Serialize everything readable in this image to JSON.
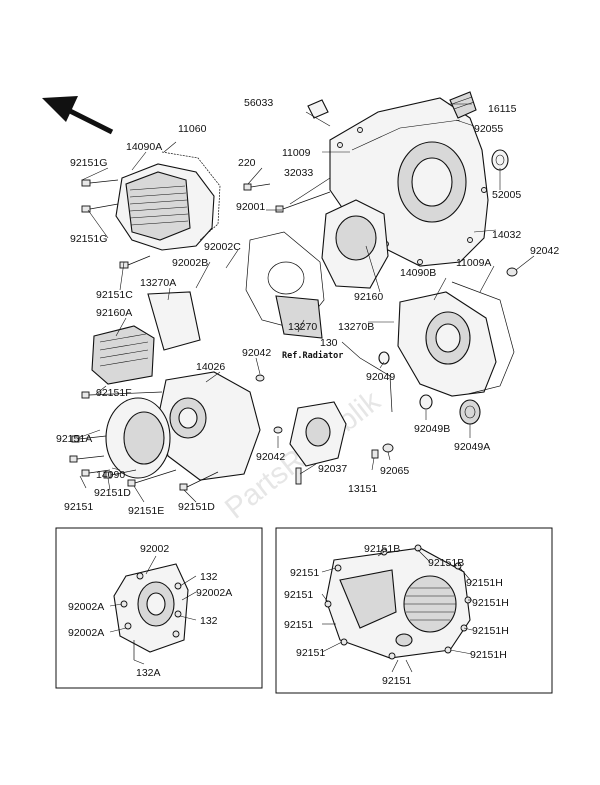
{
  "labels": {
    "l56033": "56033",
    "l16115": "16115",
    "l92055": "92055",
    "l11060": "11060",
    "l11009": "11009",
    "l14090A": "14090A",
    "l220": "220",
    "l32033": "32033",
    "l92151G_top": "92151G",
    "l92151G_bot": "92151G",
    "l92001": "92001",
    "l52005": "52005",
    "l14032": "14032",
    "l92002C": "92002C",
    "l92042_r": "92042",
    "l92002B": "92002B",
    "l14090B": "14090B",
    "l11009A": "11009A",
    "l92151C": "92151C",
    "l13270A": "13270A",
    "l92160A": "92160A",
    "l92160": "92160",
    "l13270B": "13270B",
    "l13270": "13270",
    "l130": "130",
    "l92042_m": "92042",
    "l14026": "14026",
    "l92049": "92049",
    "l92151F": "92151F",
    "l92151A": "92151A",
    "l92049B": "92049B",
    "l92049A": "92049A",
    "l14090": "14090",
    "l92042_b": "92042",
    "l92037": "92037",
    "l92065": "92065",
    "l13151": "13151",
    "l92151": "92151",
    "l92151D_l": "92151D",
    "l92151E": "92151E",
    "l92151D_r": "92151D",
    "ref_radiator": "Ref.Radiator",
    "i1_92002": "92002",
    "i1_132_a": "132",
    "i1_92002A_r": "92002A",
    "i1_92002A_l1": "92002A",
    "i1_132_b": "132",
    "i1_92002A_l2": "92002A",
    "i1_132A": "132A",
    "i2_92151B_a": "92151B",
    "i2_92151B_b": "92151B",
    "i2_92151_1": "92151",
    "i2_92151H_1": "92151H",
    "i2_92151_2": "92151",
    "i2_92151H_2": "92151H",
    "i2_92151_3": "92151",
    "i2_92151H_3": "92151H",
    "i2_92151_4": "92151",
    "i2_92151H_4": "92151H",
    "i2_92151_5": "92151"
  },
  "watermark": "PartsRepublik",
  "icons": {
    "direction": "front-direction-arrow-icon"
  }
}
